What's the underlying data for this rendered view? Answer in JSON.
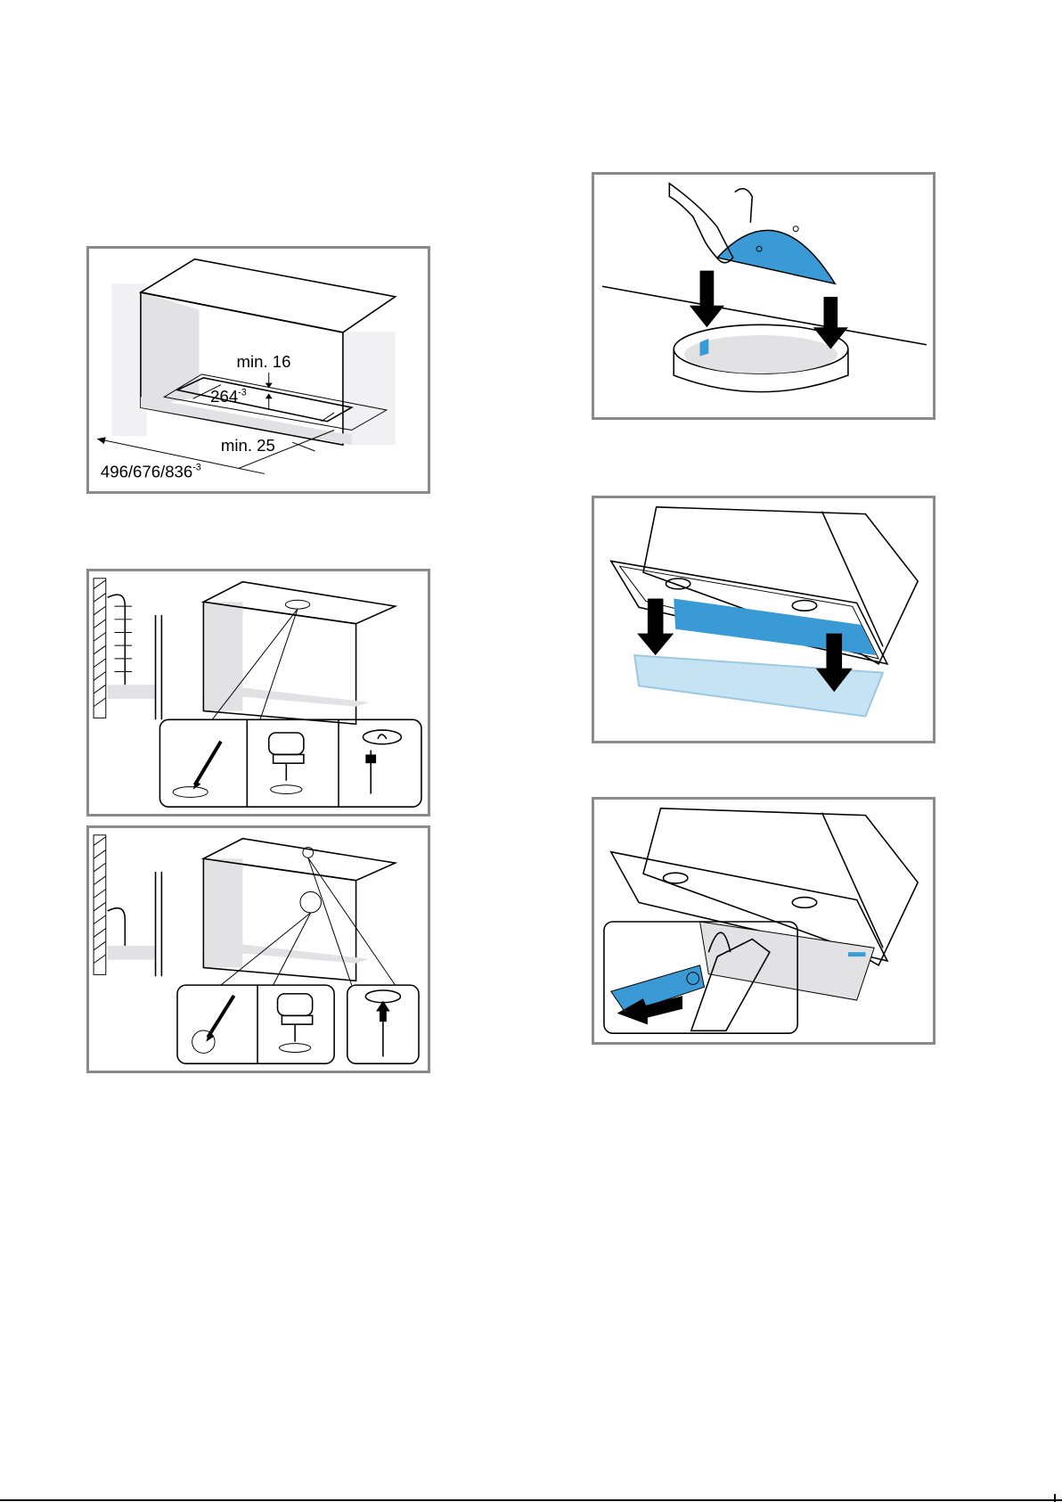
{
  "figures": {
    "cabinet_dimensions": {
      "min_top": "min. 16",
      "cutout_depth": "264",
      "cutout_depth_tol": "-3",
      "min_front": "min. 25",
      "cutout_width": "496/676/836",
      "cutout_width_tol": "-3"
    }
  },
  "colors": {
    "accent_blue": "#3a9ad6",
    "light_blue": "#c6e3f4",
    "panel_border": "#8a8a8a",
    "cabinet_grey": "#e2e2e5"
  },
  "icons": [
    "pencil-icon",
    "jigsaw-icon",
    "cable-icon",
    "hand-icon",
    "arrow-down-icon",
    "arrow-up-icon"
  ]
}
